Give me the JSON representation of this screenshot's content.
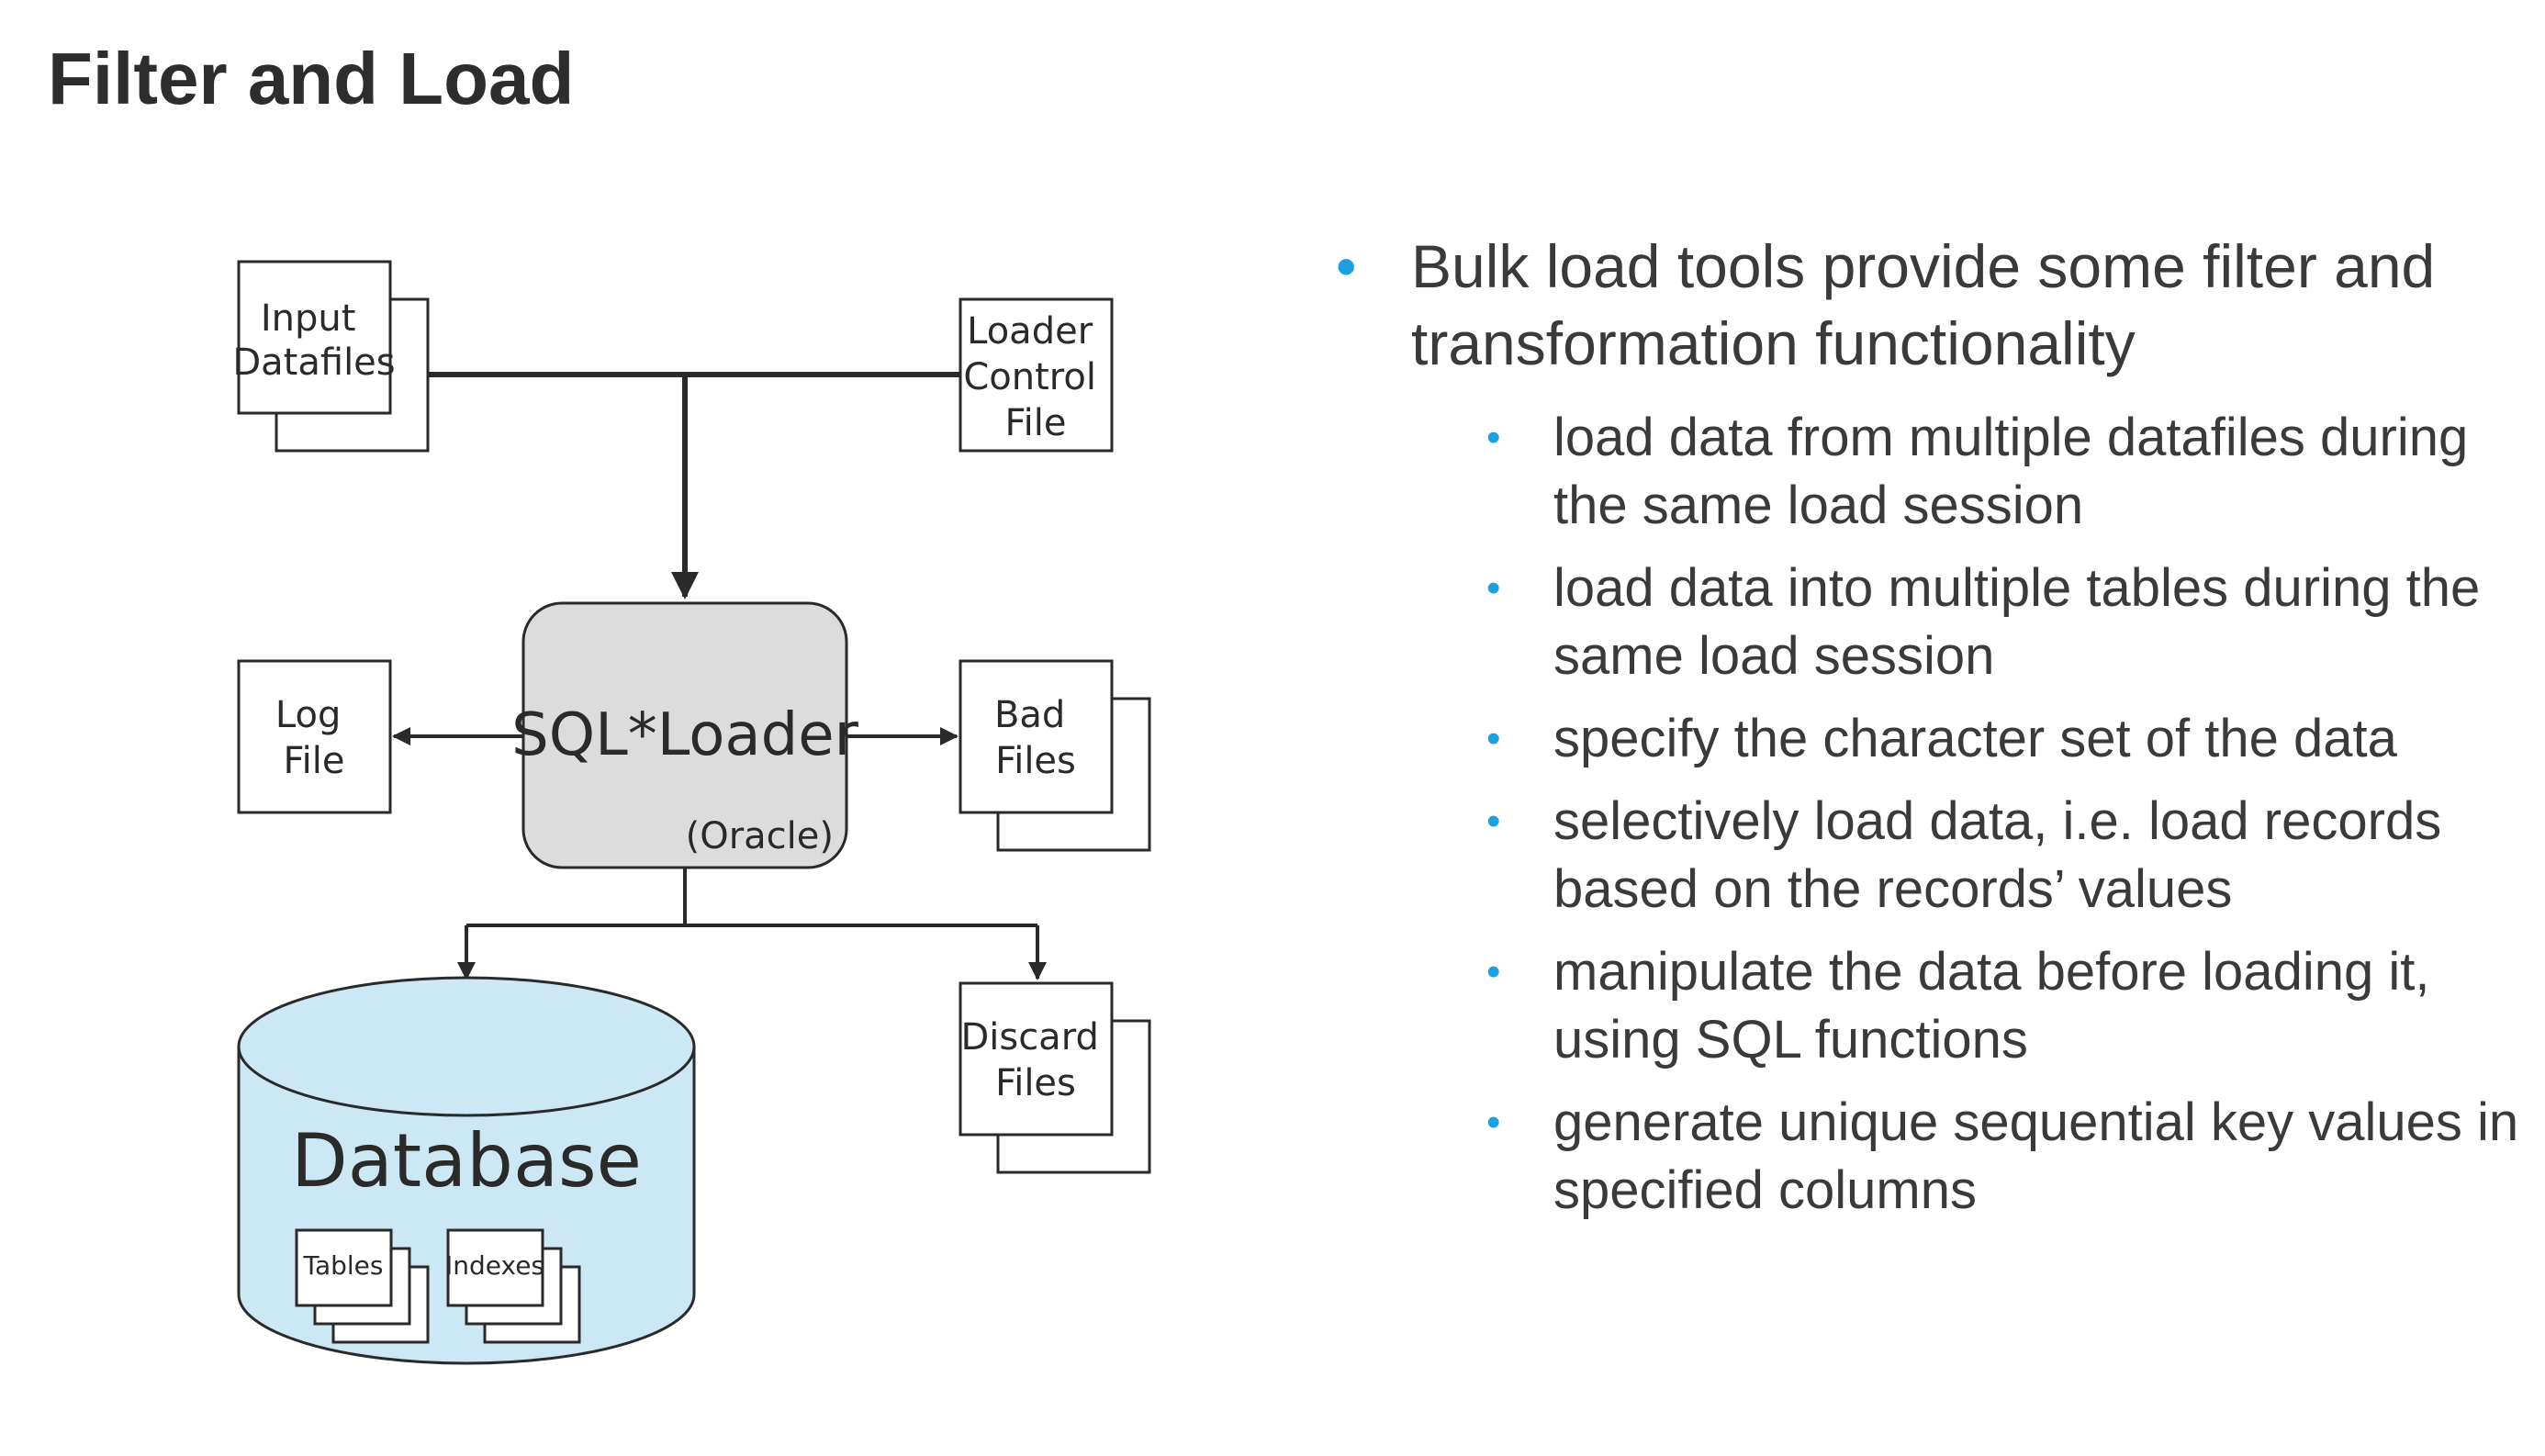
{
  "slide": {
    "title": "Filter and Load"
  },
  "diagram": {
    "input_datafiles": [
      "Input",
      "Datafiles"
    ],
    "loader_control_file": [
      "Loader",
      "Control",
      "File"
    ],
    "sql_loader": "SQL*Loader",
    "sql_loader_note": "(Oracle)",
    "log_file": [
      "Log",
      "File"
    ],
    "bad_files": [
      "Bad",
      "Files"
    ],
    "discard_files": [
      "Discard",
      "Files"
    ],
    "database": "Database",
    "tables": "Tables",
    "indexes": "Indexes"
  },
  "bullets": {
    "main": "Bulk load tools provide some filter and transformation functionality",
    "items": [
      "load data from multiple datafiles during the same load session",
      "load data into multiple tables during the same load session",
      "specify the character set of the data",
      "selectively load data, i.e. load records based on the records’ values",
      "manipulate the data before loading it, using SQL functions",
      "generate unique sequential key values in specified columns"
    ]
  },
  "colors": {
    "bullet_dot": "#1ba1e2",
    "database_fill": "#cde8f5",
    "sql_loader_fill": "#dcdcdc"
  }
}
